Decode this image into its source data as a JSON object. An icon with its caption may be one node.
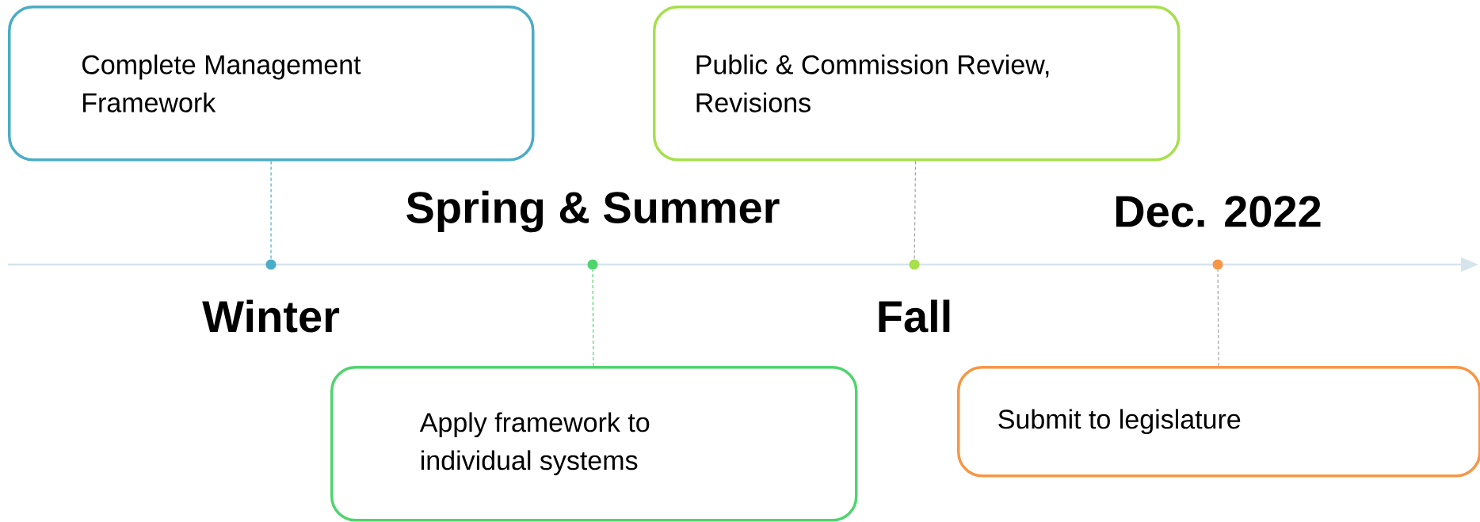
{
  "diagram": {
    "nodes": [
      {
        "text": [
          "Complete Management Framework"
        ]
      },
      {
        "text": [
          "Apply framework to individual systems"
        ]
      },
      {
        "text": [
          "Public & Commission Review, Revisions"
        ]
      },
      {
        "text": [
          "Submit to legislature"
        ]
      },
      {
        "text": [],
        "shape": "circle"
      },
      {
        "text": [],
        "shape": "circle"
      },
      {
        "text": [],
        "shape": "circle"
      },
      {
        "text": [],
        "shape": "circle"
      }
    ],
    "edges": [
      {
        "from": 0,
        "to": 4,
        "arrow": "none",
        "style": "dashed",
        "color": "#4bacc6"
      },
      {
        "from": 1,
        "to": 5,
        "arrow": "none",
        "style": "dashed",
        "color": "#4fd46e"
      },
      {
        "from": 2,
        "to": 6,
        "arrow": "none",
        "style": "dashed",
        "color": "#a0a0a0"
      },
      {
        "from": 3,
        "to": 7,
        "arrow": "none",
        "style": "dashed",
        "color": "#a0a0a0"
      }
    ],
    "labels": [
      "Spring & Summer",
      "Dec. 2022",
      "Winter",
      "Fall"
    ]
  }
}
